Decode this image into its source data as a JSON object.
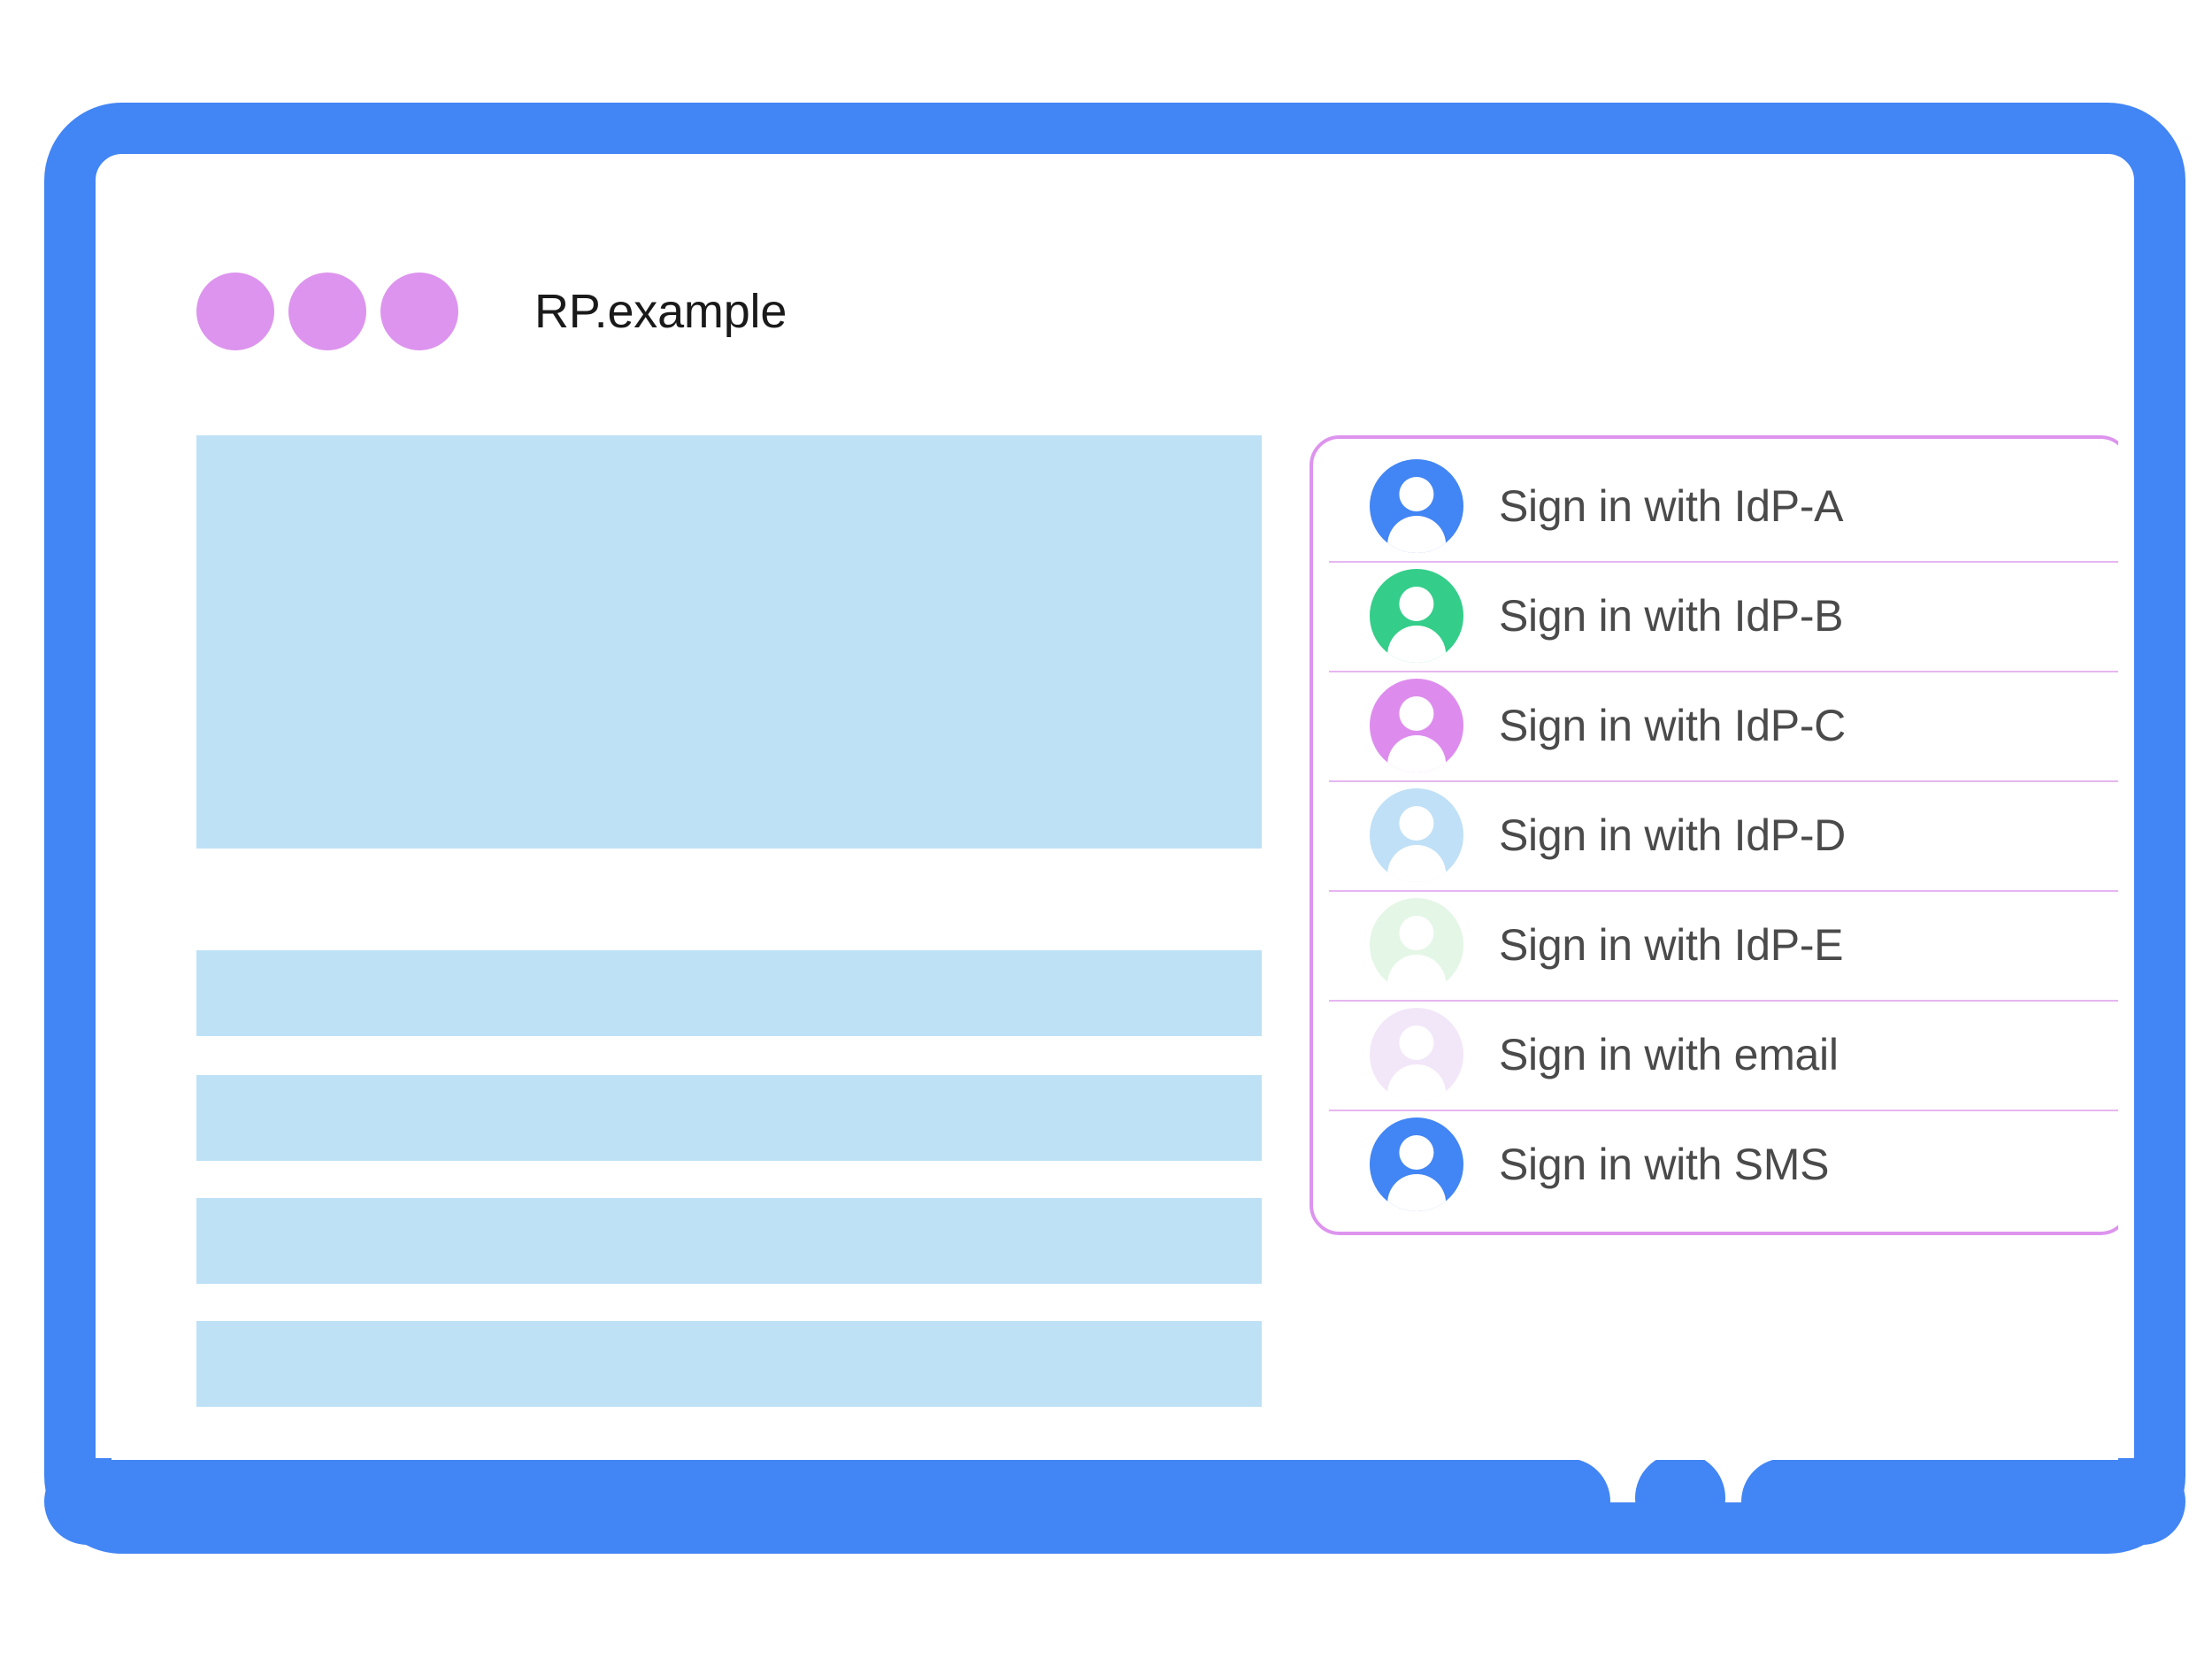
{
  "browser": {
    "title": "RP.example",
    "window_dots": [
      "window-dot-1",
      "window-dot-2",
      "window-dot-3"
    ],
    "dot_color": "#dd94ee"
  },
  "device": {
    "frame_color": "#4285f4",
    "home_button": "home-button"
  },
  "content_placeholders": [
    {
      "name": "hero-block"
    },
    {
      "name": "text-bar-1"
    },
    {
      "name": "text-bar-2"
    },
    {
      "name": "text-bar-3"
    },
    {
      "name": "text-bar-4"
    }
  ],
  "placeholder_color": "#bfe1f6",
  "account_chooser": {
    "border_color": "#dd94ee",
    "divider_color": "#e6b6f0",
    "items": [
      {
        "label": "Sign in with IdP-A",
        "avatar_color": "#4285f4",
        "avatar_name": "avatar-idp-a"
      },
      {
        "label": "Sign in with IdP-B",
        "avatar_color": "#34ce8a",
        "avatar_name": "avatar-idp-b"
      },
      {
        "label": "Sign in with IdP-C",
        "avatar_color": "#dd8cee",
        "avatar_name": "avatar-idp-c"
      },
      {
        "label": "Sign in with IdP-D",
        "avatar_color": "#bfe0f6",
        "avatar_name": "avatar-idp-d"
      },
      {
        "label": "Sign in with IdP-E",
        "avatar_color": "#e4f6e6",
        "avatar_name": "avatar-idp-e"
      },
      {
        "label": "Sign in with email",
        "avatar_color": "#f2e7f8",
        "avatar_name": "avatar-email"
      },
      {
        "label": "Sign in with SMS",
        "avatar_color": "#4285f4",
        "avatar_name": "avatar-sms"
      }
    ]
  }
}
